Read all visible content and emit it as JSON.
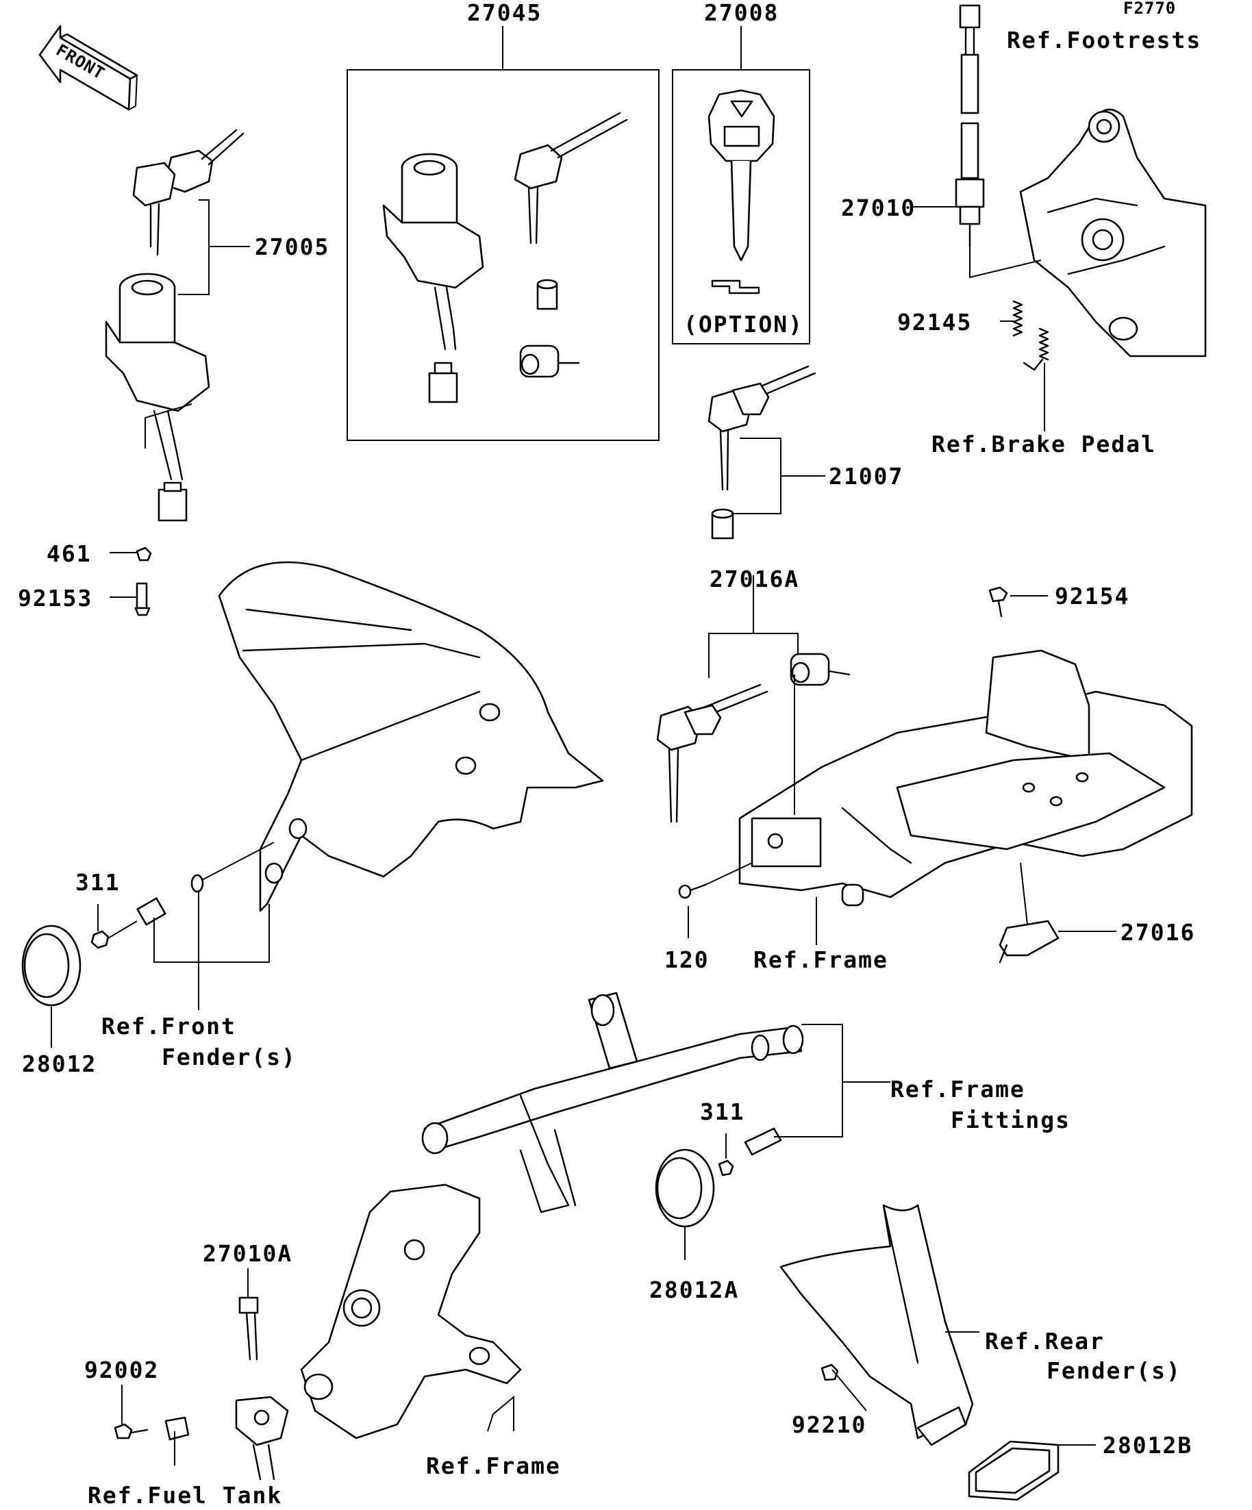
{
  "figure_code": "F2770",
  "front_arrow_label": "FRONT",
  "labels": {
    "p27045": "27045",
    "p27008": "27008",
    "option": "(OPTION)",
    "ref_footrests": "Ref.Footrests",
    "p27005": "27005",
    "p27010": "27010",
    "p92145": "92145",
    "ref_brake_pedal": "Ref.Brake Pedal",
    "p21007": "21007",
    "p461": "461",
    "p92153": "92153",
    "p27016A": "27016A",
    "p92154": "92154",
    "p311_a": "311",
    "p120": "120",
    "ref_frame_mid": "Ref.Frame",
    "p27016": "27016",
    "ref_front_fender_1": "Ref.Front",
    "ref_front_fender_2": "Fender(s)",
    "p28012": "28012",
    "ref_frame_fittings_1": "Ref.Frame",
    "ref_frame_fittings_2": "Fittings",
    "p311_b": "311",
    "p27010A": "27010A",
    "p28012A": "28012A",
    "p92002": "92002",
    "ref_rear_fender_1": "Ref.Rear",
    "ref_rear_fender_2": "Fender(s)",
    "p92210": "92210",
    "ref_frame_bottom": "Ref.Frame",
    "p28012B": "28012B",
    "ref_fuel_tank": "Ref.Fuel Tank"
  }
}
